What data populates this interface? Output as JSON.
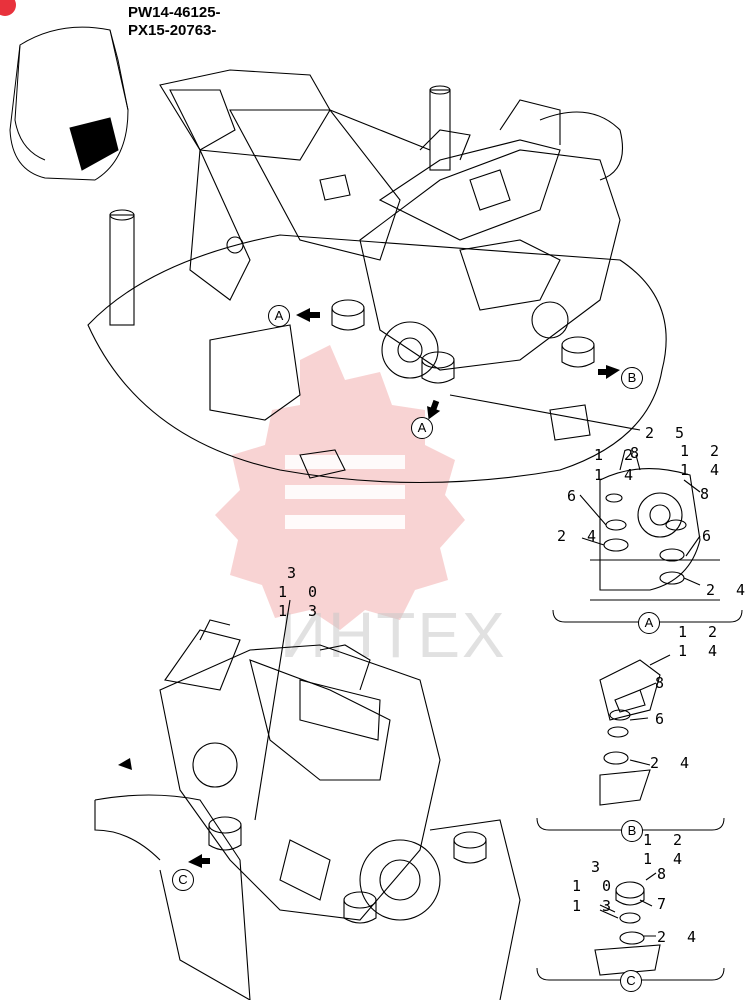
{
  "badge": "",
  "serial_numbers": [
    "PW14-46125-",
    "PX15-20763-"
  ],
  "watermark_text": "ИНТЕХ",
  "view_markers": {
    "A": "A",
    "B": "B",
    "C": "C"
  },
  "callouts": {
    "main_25": "2 5",
    "a_12": "1 2",
    "a_14": "1 4",
    "a_8": "8",
    "a_6": "6",
    "a_24_left": "2 4",
    "a_12_right": "1 2",
    "a_14_right": "1 4",
    "a_8_right": "8",
    "a_6_right": "6",
    "a_24_right": "2 4",
    "c_3": "3",
    "c_10": "1 0",
    "c_13": "1 3",
    "b_12": "1 2",
    "b_14": "1 4",
    "b_8": "8",
    "b_6": "6",
    "b_24": "2 4",
    "cc_12": "1 2",
    "cc_14": "1 4",
    "cc_3": "3",
    "cc_10": "1 0",
    "cc_8": "8",
    "cc_13": "1 3",
    "cc_7": "7",
    "cc_24": "2 4"
  },
  "colors": {
    "watermark_red": "#f3b7b7",
    "badge_red": "#e8323c",
    "line": "#000000"
  }
}
